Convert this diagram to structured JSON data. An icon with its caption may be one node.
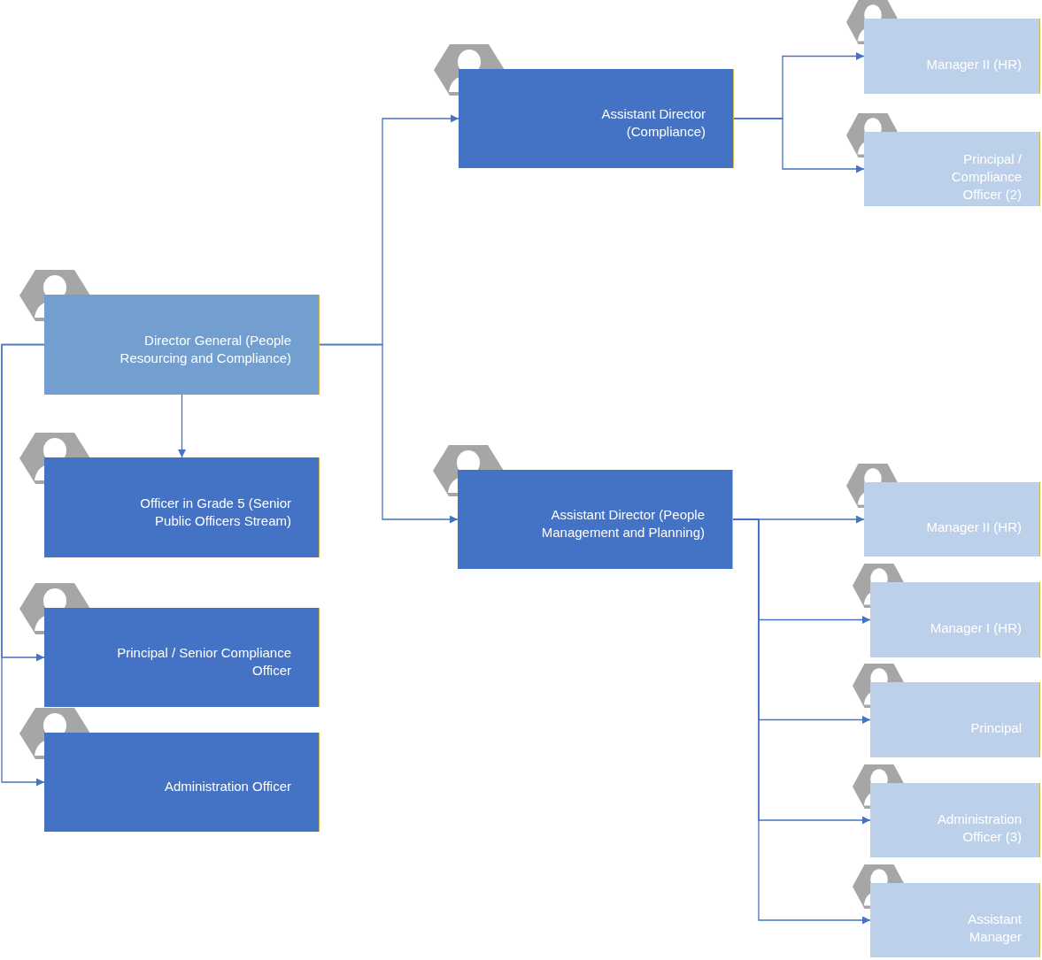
{
  "diagram": {
    "nodes": [
      {
        "text": [
          "Director General (People Resourcing and Compliance)"
        ]
      },
      {
        "text": [
          "Officer in Grade 5 (Senior Public Officers Stream)"
        ]
      },
      {
        "text": [
          "Principal / Senior Compliance Officer"
        ]
      },
      {
        "text": [
          "Administration Officer"
        ]
      },
      {
        "text": [
          "Assistant Director (Compliance)"
        ]
      },
      {
        "text": [
          "Assistant Director (People Management and Planning)"
        ]
      },
      {
        "text": [
          "Manager II (HR)"
        ]
      },
      {
        "text": [
          "Principal / Compliance Officer (2)"
        ]
      },
      {
        "text": [
          "Manager II (HR)"
        ]
      },
      {
        "text": [
          "Manager I (HR)"
        ]
      },
      {
        "text": [
          "Principal"
        ]
      },
      {
        "text": [
          "Administration Officer (3)"
        ]
      },
      {
        "text": [
          "Assistant Manager"
        ]
      }
    ],
    "edges": [
      {
        "from": 0,
        "to": 1,
        "arrow": "to"
      },
      {
        "from": 0,
        "to": 2,
        "arrow": "to"
      },
      {
        "from": 0,
        "to": 3,
        "arrow": "to"
      },
      {
        "from": 0,
        "to": 4,
        "arrow": "to"
      },
      {
        "from": 0,
        "to": 5,
        "arrow": "to"
      },
      {
        "from": 4,
        "to": 6,
        "arrow": "to"
      },
      {
        "from": 4,
        "to": 7,
        "arrow": "to"
      },
      {
        "from": 5,
        "to": 8,
        "arrow": "to"
      },
      {
        "from": 5,
        "to": 9,
        "arrow": "to"
      },
      {
        "from": 5,
        "to": 10,
        "arrow": "to"
      },
      {
        "from": 5,
        "to": 11,
        "arrow": "to"
      },
      {
        "from": 5,
        "to": 12,
        "arrow": "to"
      }
    ]
  }
}
